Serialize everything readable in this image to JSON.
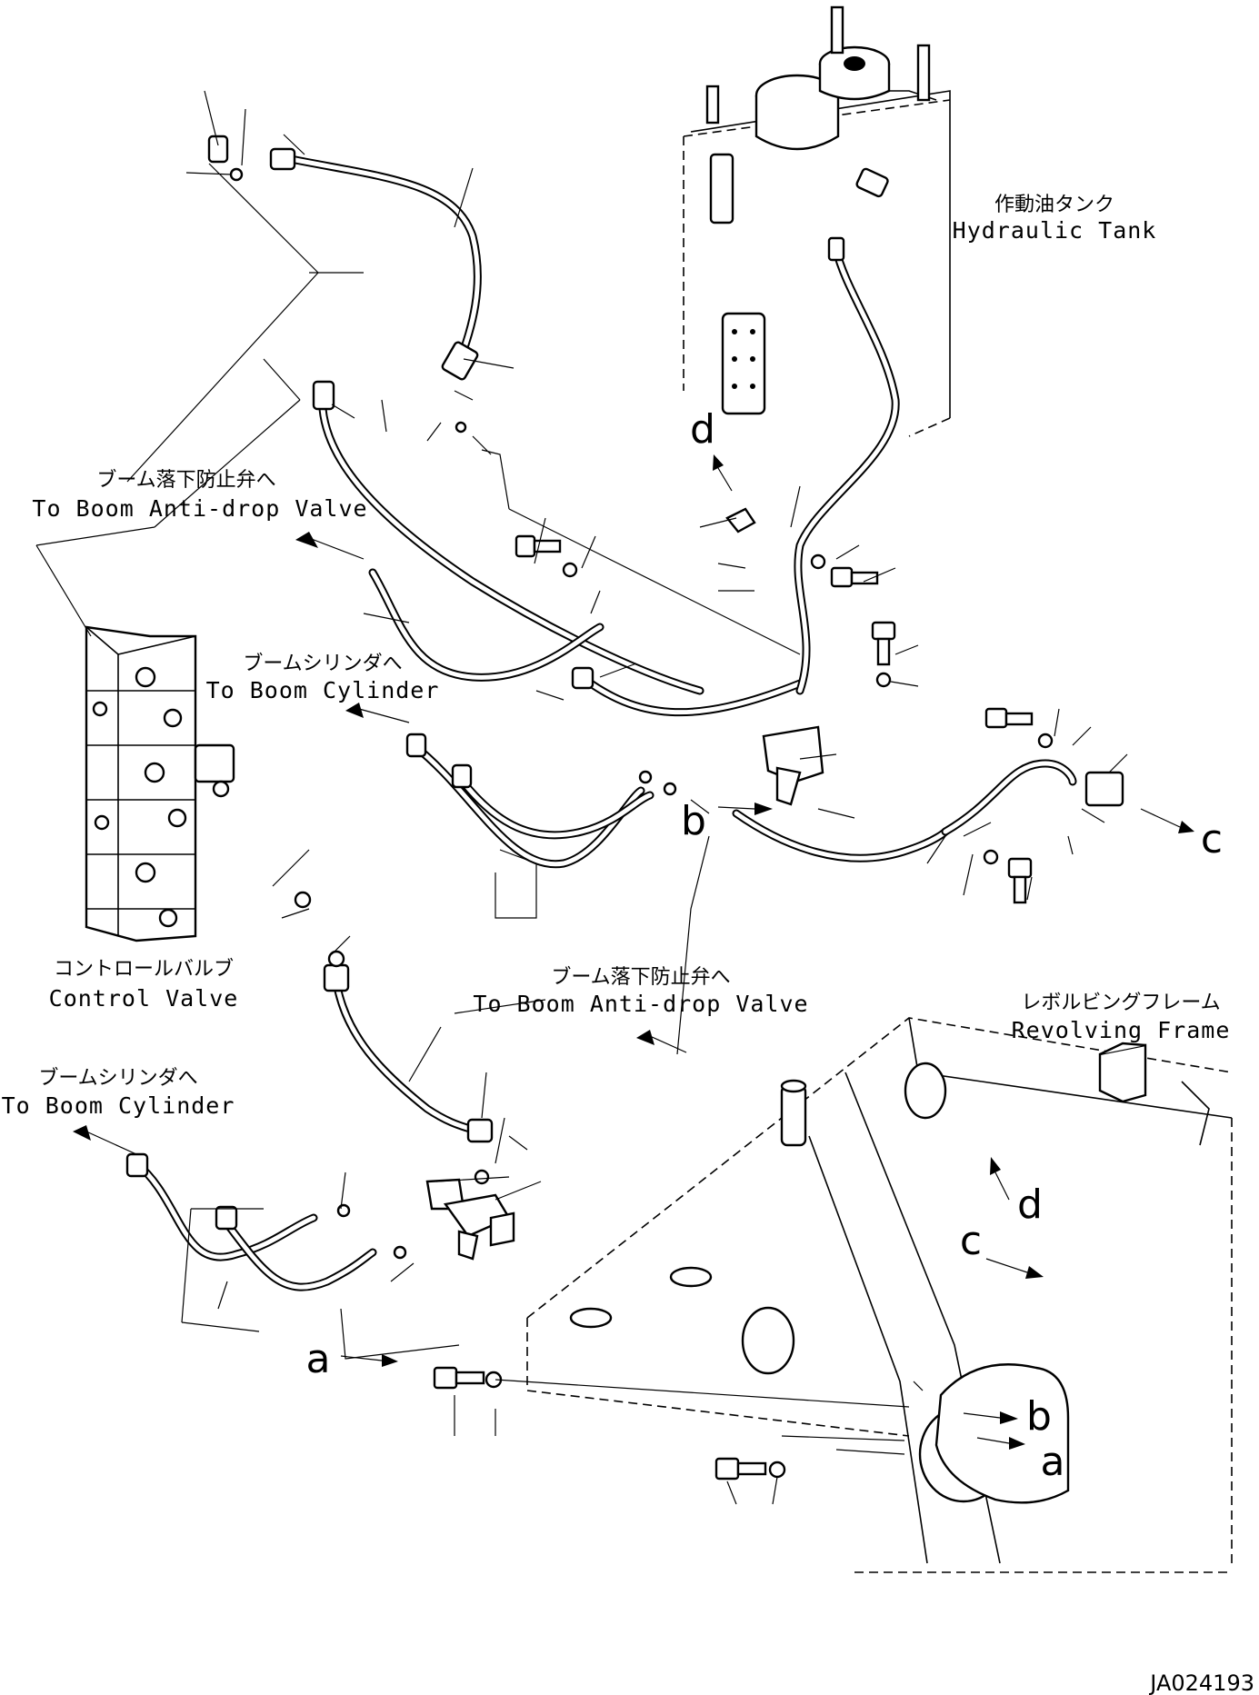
{
  "labels": {
    "hydraulic_tank_jp": "作動油タンク",
    "hydraulic_tank_en": "Hydraulic Tank",
    "boom_antidrop_top_jp": "ブーム落下防止弁へ",
    "boom_antidrop_top_en": "To Boom Anti-drop Valve",
    "boom_cylinder_mid_jp": "ブームシリンダへ",
    "boom_cylinder_mid_en": "To Boom Cylinder",
    "control_valve_jp": "コントロールバルブ",
    "control_valve_en": "Control Valve",
    "boom_antidrop_bottom_jp": "ブーム落下防止弁へ",
    "boom_antidrop_bottom_en": "To Boom Anti-drop Valve",
    "revolving_frame_jp": "レボルビングフレーム",
    "revolving_frame_en": "Revolving Frame",
    "boom_cylinder_left_jp": "ブームシリンダへ",
    "boom_cylinder_left_en": "To Boom Cylinder"
  },
  "callouts": {
    "a_left": "a",
    "a_right": "a",
    "b_mid": "b",
    "b_right": "b",
    "c_right": "c",
    "c_frame": "c",
    "d_top": "d",
    "d_frame": "d"
  },
  "drawing_code": "JA024193",
  "style": {
    "line_color": "#000000",
    "background": "#ffffff"
  }
}
